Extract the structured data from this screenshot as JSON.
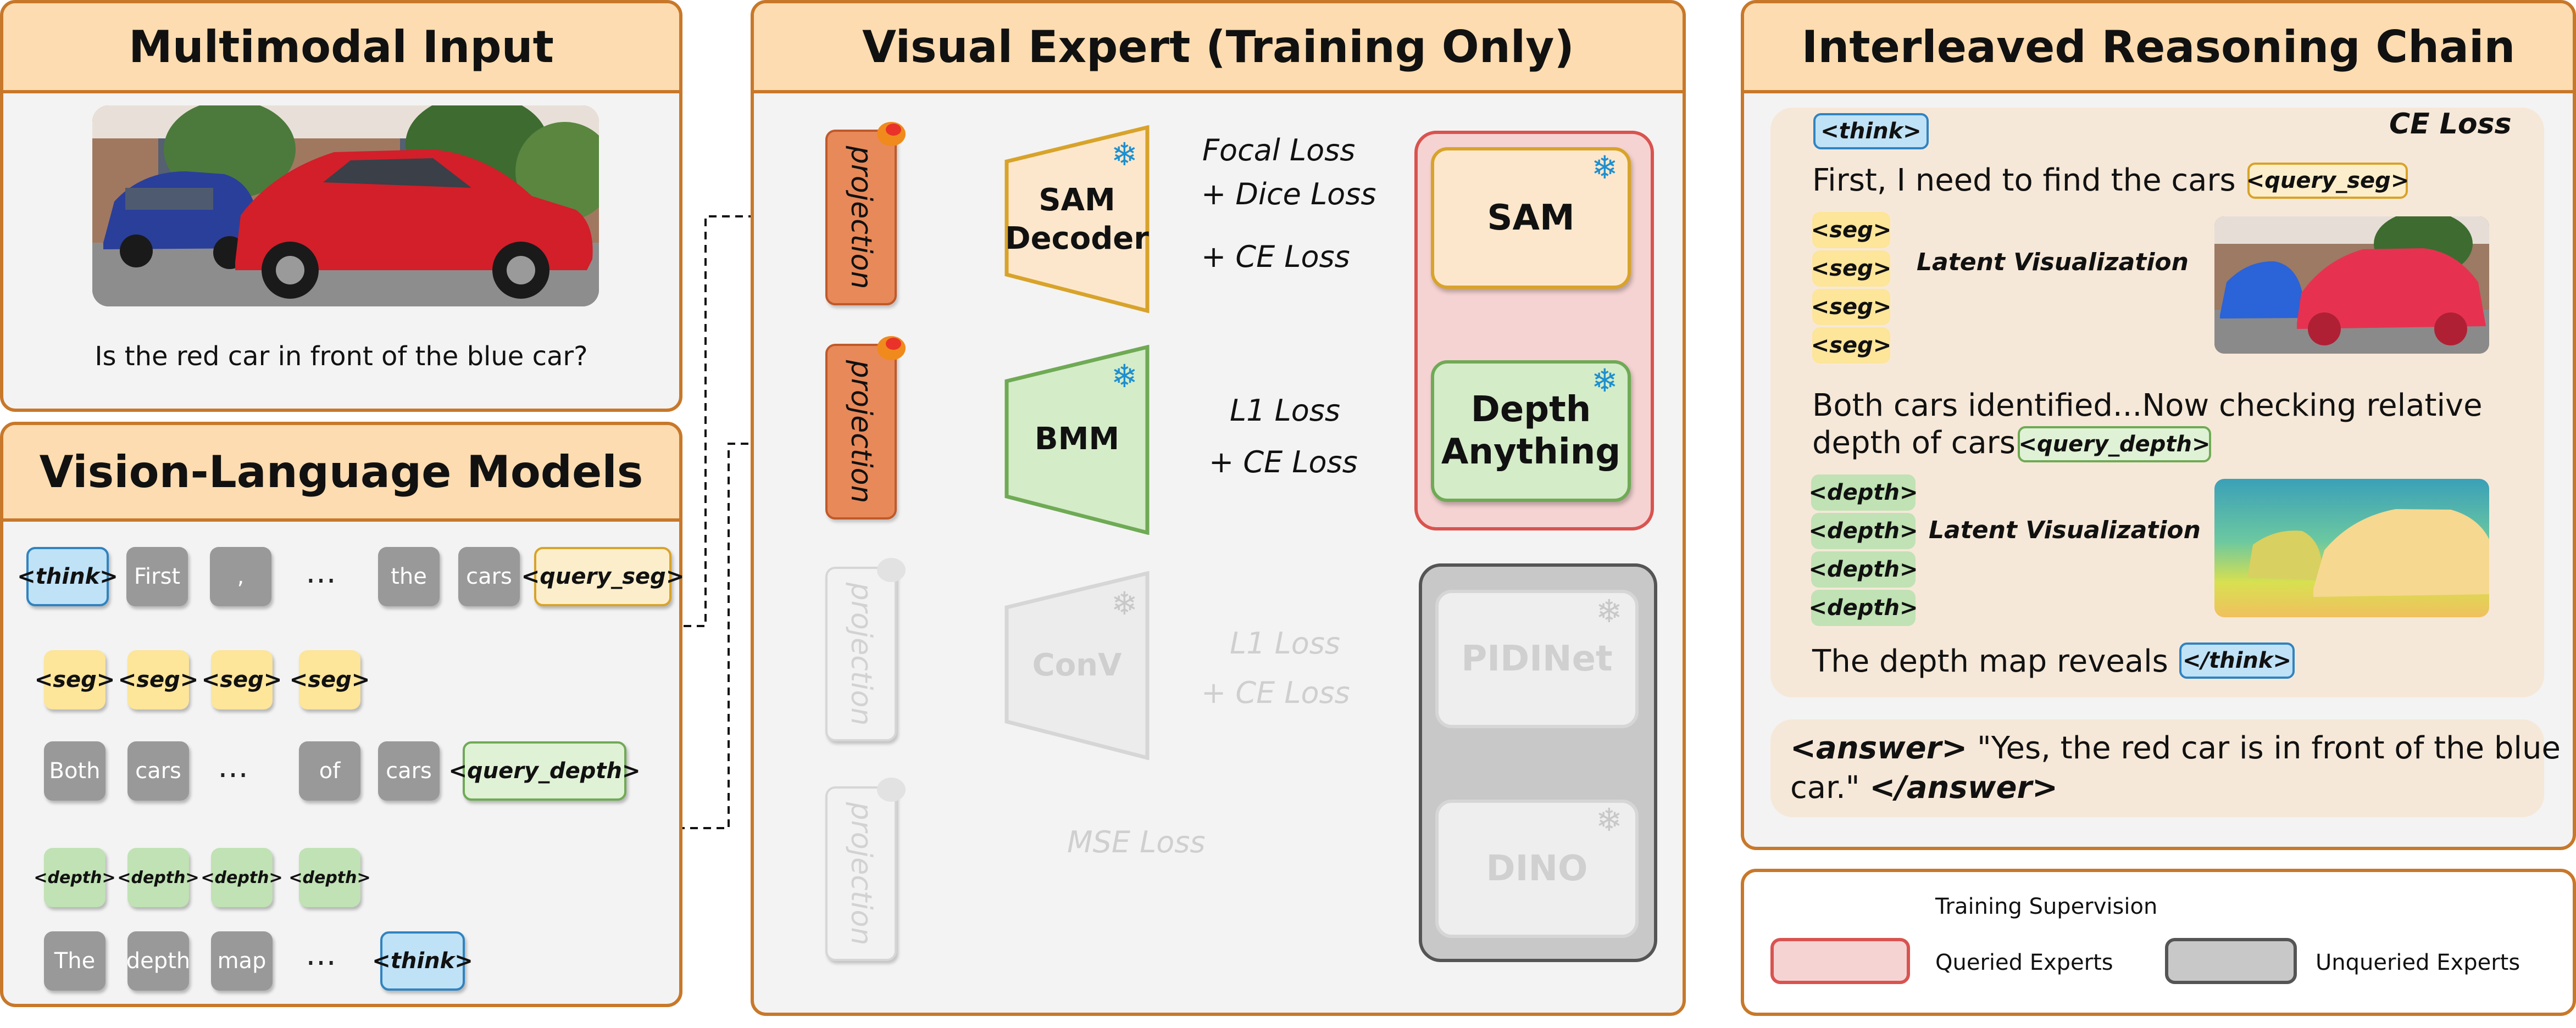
{
  "panels": {
    "input_title": "Multimodal Input",
    "vlm_title": "Vision-Language Models",
    "expert_title": "Visual Expert (Training Only)",
    "chain_title": "Interleaved Reasoning Chain"
  },
  "input": {
    "question": "Is the red car in front of the blue car?"
  },
  "vlm_rows": {
    "row1": [
      "<think>",
      "First",
      ",",
      "…",
      "the",
      "cars",
      "<query_seg>"
    ],
    "row2": [
      "<seg>",
      "<seg>",
      "<seg>",
      "<seg>"
    ],
    "row3": [
      "Both",
      "cars",
      "…",
      "of",
      "cars",
      "<query_depth>"
    ],
    "row4": [
      "<depth>",
      "<depth>",
      "<depth>",
      "<depth>"
    ],
    "row5": [
      "The",
      "depth",
      "map",
      "…",
      "<think>"
    ]
  },
  "experts": {
    "projection": "projection",
    "sam_decoder": "SAM\nDecoder",
    "bmm": "BMM",
    "conv": "ConV",
    "sam": "SAM",
    "depth_anything": "Depth\nAnything",
    "pidinet": "PIDINet",
    "dino": "DINO",
    "loss_sam_1": "Focal Loss",
    "loss_sam_2": "+ Dice Loss",
    "loss_sam_3": "+ CE Loss",
    "loss_depth_1": "L1 Loss",
    "loss_depth_2": "+ CE Loss",
    "loss_pidi_1": "L1 Loss",
    "loss_pidi_2": "+ CE Loss",
    "loss_dino": "MSE Loss"
  },
  "chain": {
    "think_open": "<think>",
    "ce_loss": "CE Loss",
    "line1": "First, I need to find the cars",
    "query_seg": "<query_seg>",
    "seg": "<seg>",
    "latent_vis": "Latent Visualization",
    "line2a": "Both cars identified...Now checking relative",
    "line2b": "depth of cars",
    "query_depth": "<query_depth>",
    "depth": "<depth>",
    "line3": "The depth map reveals ...",
    "think_close": "</think>",
    "answer_open": "<answer>",
    "answer_text_1": " \"Yes, the red car is in front of the blue",
    "answer_text_2": "car.\"",
    "answer_close": "</answer>"
  },
  "legend": {
    "training_supervision": "Training Supervision",
    "queried": "Queried Experts",
    "unqueried": "Unqueried Experts"
  },
  "colors": {
    "panel_border": "#c8782a",
    "panel_header": "#fcdcb0",
    "queried_bg": "#f6d3d3",
    "queried_border": "#d9534f",
    "unqueried_bg": "#c8c8c8",
    "unqueried_border": "#555555"
  }
}
